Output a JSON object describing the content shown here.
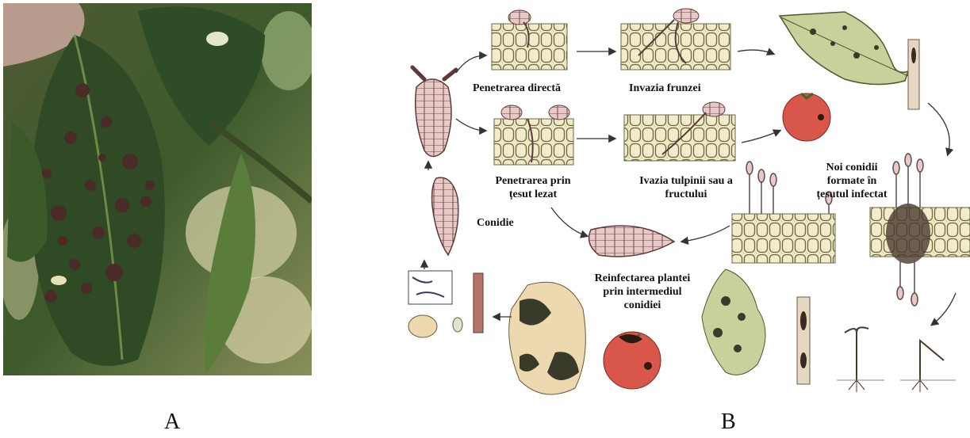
{
  "panels": {
    "a": {
      "letter": "A"
    },
    "b": {
      "letter": "B"
    }
  },
  "diagram": {
    "labels": {
      "direct_penetration": "Penetrarea directă",
      "leaf_invasion": "Invazia frunzei",
      "wound_penetration_l1": "Penetrarea prin",
      "wound_penetration_l2": "țesut lezat",
      "stem_fruit_invasion_l1": "Ivazia  tulpinii sau a",
      "stem_fruit_invasion_l2": "fructului",
      "new_conidia_l1": "Noi conidii",
      "new_conidia_l2": "formate în",
      "new_conidia_l3": "țesutul infectat",
      "conidium": "Conidie",
      "reinfection_l1": "Reinfectarea plantei",
      "reinfection_l2": "prin intermediul",
      "reinfection_l3": "conidiei"
    }
  },
  "colors": {
    "leaf_dark": "#2e4a22",
    "leaf_light": "#7f9a4e",
    "lesion": "#4a2b28",
    "cell_fill": "#efe6c2",
    "cell_stroke": "#5a5a3a",
    "conidium_fill": "#e9c8c8",
    "tomato": "#d9564a",
    "potato": "#ecd9b0",
    "stem": "#b5746a"
  }
}
